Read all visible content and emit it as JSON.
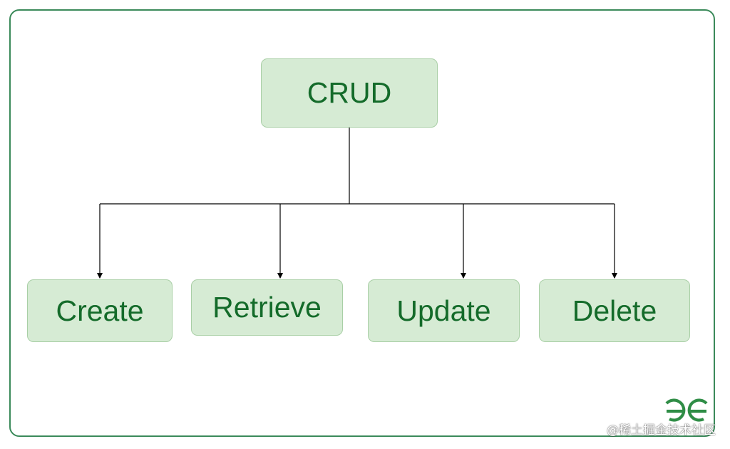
{
  "diagram": {
    "root": {
      "label": "CRUD"
    },
    "children": [
      {
        "label": "Create"
      },
      {
        "label": "Retrieve"
      },
      {
        "label": "Update"
      },
      {
        "label": "Delete"
      }
    ]
  },
  "branding": {
    "logo_icon": "geeksforgeeks-logo-icon",
    "watermark_text": "@稀土掘金技术社区"
  },
  "colors": {
    "node_fill": "#d6ebd4",
    "node_border": "#a9cfa6",
    "node_text": "#146b2a",
    "frame_border": "#3b8a5a",
    "connector": "#000000"
  }
}
